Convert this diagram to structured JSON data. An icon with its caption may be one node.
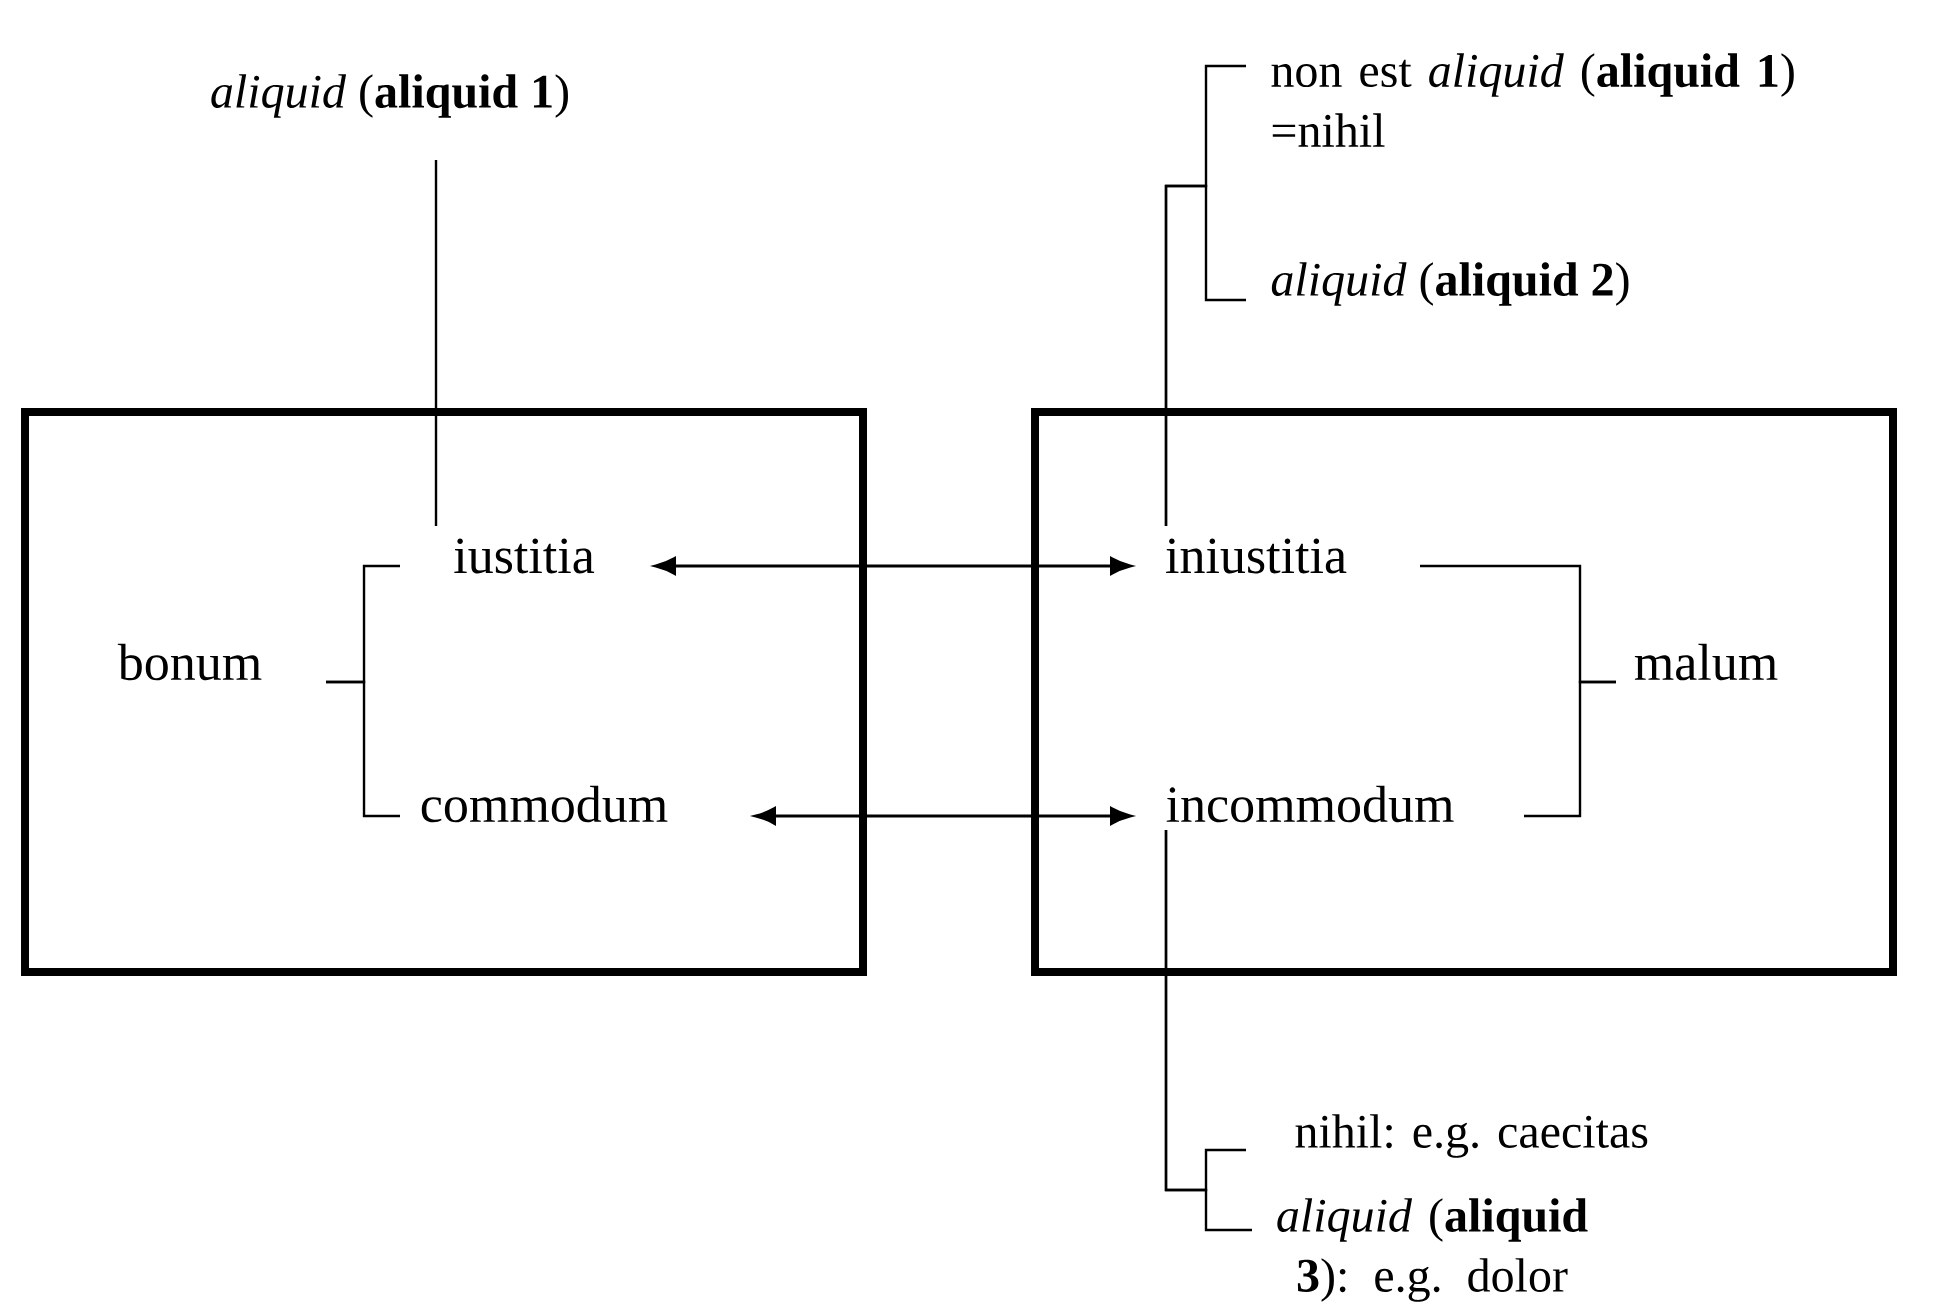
{
  "diagram": {
    "nodes": [
      {
        "text": [],
        "shape": "box"
      },
      {
        "text": [],
        "shape": "box"
      },
      {
        "text": [
          "iustitia"
        ],
        "in": 0
      },
      {
        "text": [
          "commodum"
        ],
        "in": 0
      },
      {
        "text": [
          "bonum"
        ],
        "in": 0
      },
      {
        "text": [
          "iniustitia"
        ],
        "in": 1
      },
      {
        "text": [
          "incommodum"
        ],
        "in": 1
      },
      {
        "text": [
          "malum"
        ],
        "in": 1
      },
      {
        "text": [
          "*aliquid* (**aliquid 1**)"
        ]
      },
      {
        "text": [
          "non est *aliquid* (**aliquid 1**) =nihil"
        ]
      },
      {
        "text": [
          "*aliquid* (**aliquid 2**)"
        ]
      },
      {
        "text": [
          "nihil:  e.g. caecitas"
        ]
      },
      {
        "text": [
          "*aliquid* (**aliquid 3**): e.g. dolor"
        ]
      }
    ],
    "edges": [
      {
        "from": 2,
        "to": 5,
        "arrow": "both"
      },
      {
        "from": 3,
        "to": 6,
        "arrow": "both"
      },
      {
        "from": 8,
        "to": 2,
        "arrow": "none"
      },
      {
        "from": 5,
        "to": 9,
        "arrow": "none"
      },
      {
        "from": 5,
        "to": 10,
        "arrow": "none"
      },
      {
        "from": 6,
        "to": 11,
        "arrow": "none"
      },
      {
        "from": 6,
        "to": 12,
        "arrow": "none"
      },
      {
        "from": 4,
        "to": 2,
        "arrow": "none"
      },
      {
        "from": 4,
        "to": 3,
        "arrow": "none"
      },
      {
        "from": 7,
        "to": 5,
        "arrow": "none"
      },
      {
        "from": 7,
        "to": 6,
        "arrow": "none"
      }
    ]
  }
}
